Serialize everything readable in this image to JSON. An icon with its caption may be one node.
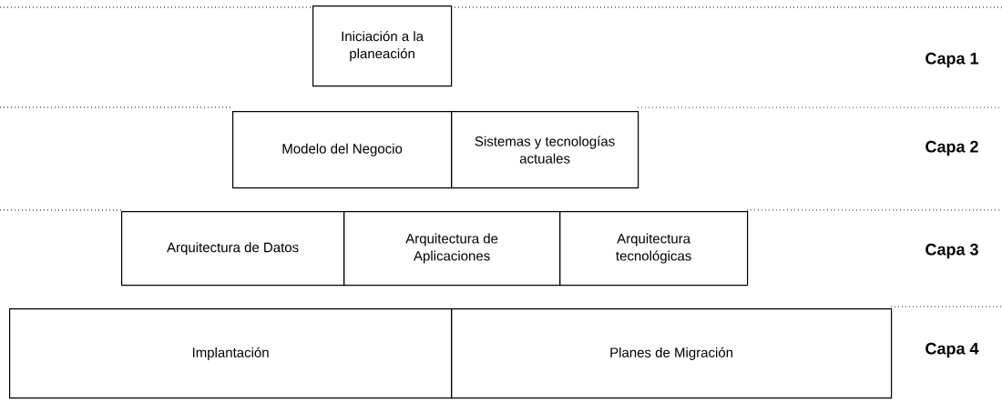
{
  "diagram": {
    "nodes": [
      {
        "text": [
          "Iniciación a la planeación"
        ]
      },
      {
        "text": [
          "Modelo del Negocio"
        ]
      },
      {
        "text": [
          "Sistemas y tecnologías actuales"
        ]
      },
      {
        "text": [
          "Arquitectura de Datos"
        ]
      },
      {
        "text": [
          "Arquitectura de Aplicaciones"
        ]
      },
      {
        "text": [
          "Arquitectura tecnológicas"
        ]
      },
      {
        "text": [
          "Implantación"
        ]
      },
      {
        "text": [
          "Planes de Migración"
        ]
      }
    ],
    "labels": [
      "Capa 1",
      "Capa 2",
      "Capa 3",
      "Capa 4"
    ]
  }
}
